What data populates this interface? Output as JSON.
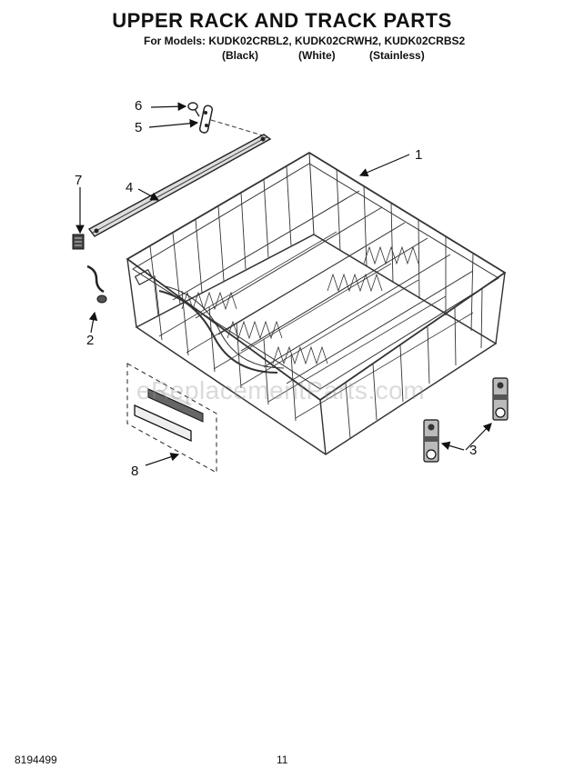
{
  "header": {
    "title": "UPPER RACK AND TRACK PARTS",
    "models_line": "For Models: KUDK02CRBL2, KUDK02CRWH2, KUDK02CRBS2",
    "variants": [
      "(Black)",
      "(White)",
      "(Stainless)"
    ]
  },
  "callouts": [
    "1",
    "2",
    "3",
    "4",
    "5",
    "6",
    "7",
    "8"
  ],
  "watermark": "eReplacementParts.com",
  "footer": {
    "doc_number": "8194499",
    "page": "11"
  }
}
